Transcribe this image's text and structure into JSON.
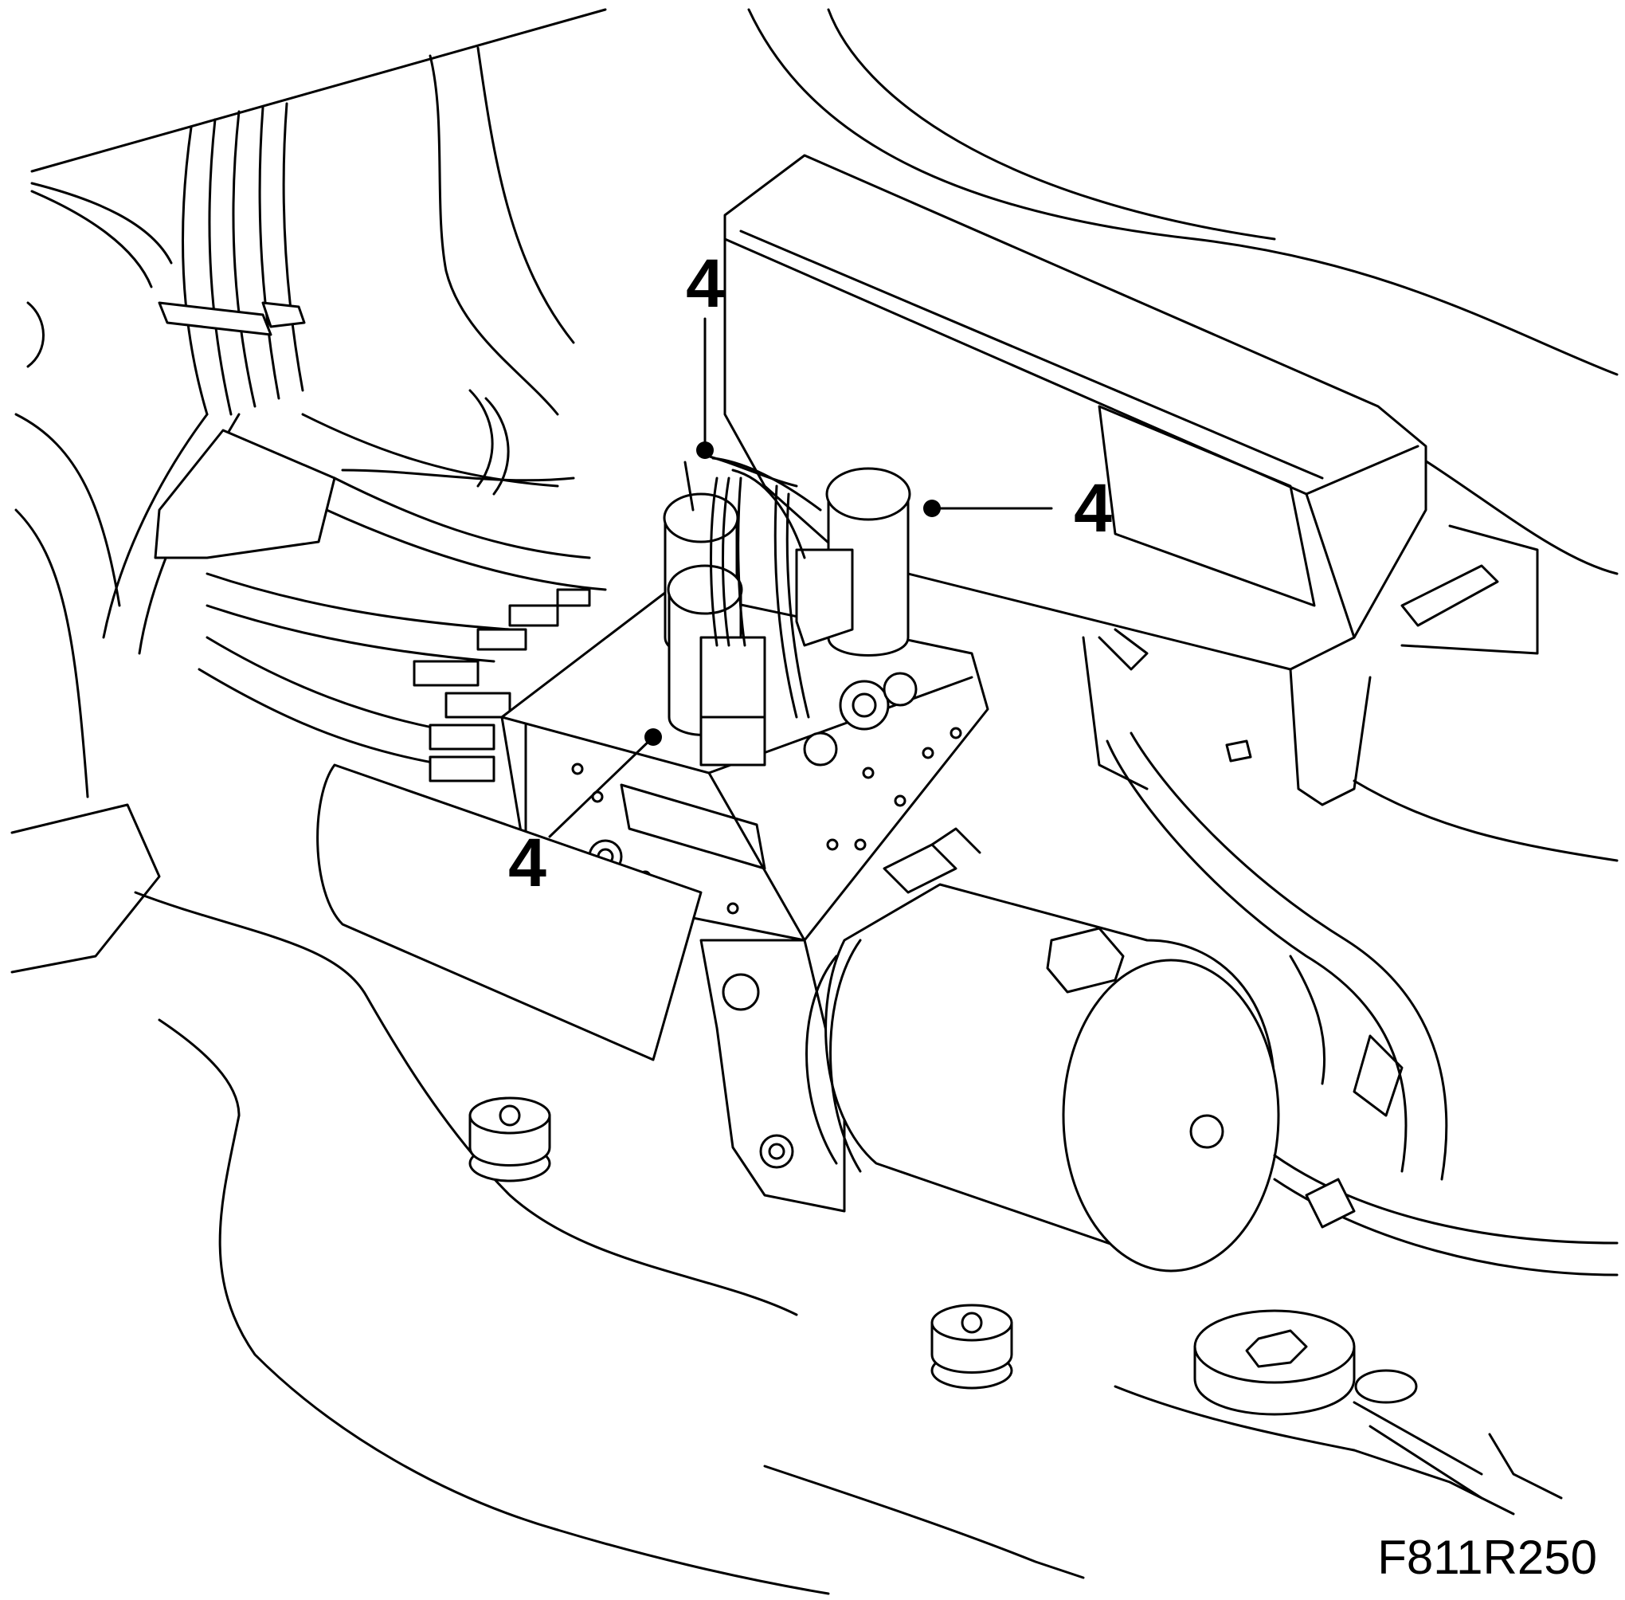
{
  "figure": {
    "id": "F811R250"
  },
  "callouts": [
    {
      "label": "4"
    },
    {
      "label": "4"
    },
    {
      "label": "4"
    }
  ],
  "colors": {
    "line": "#000000",
    "background": "#ffffff"
  }
}
